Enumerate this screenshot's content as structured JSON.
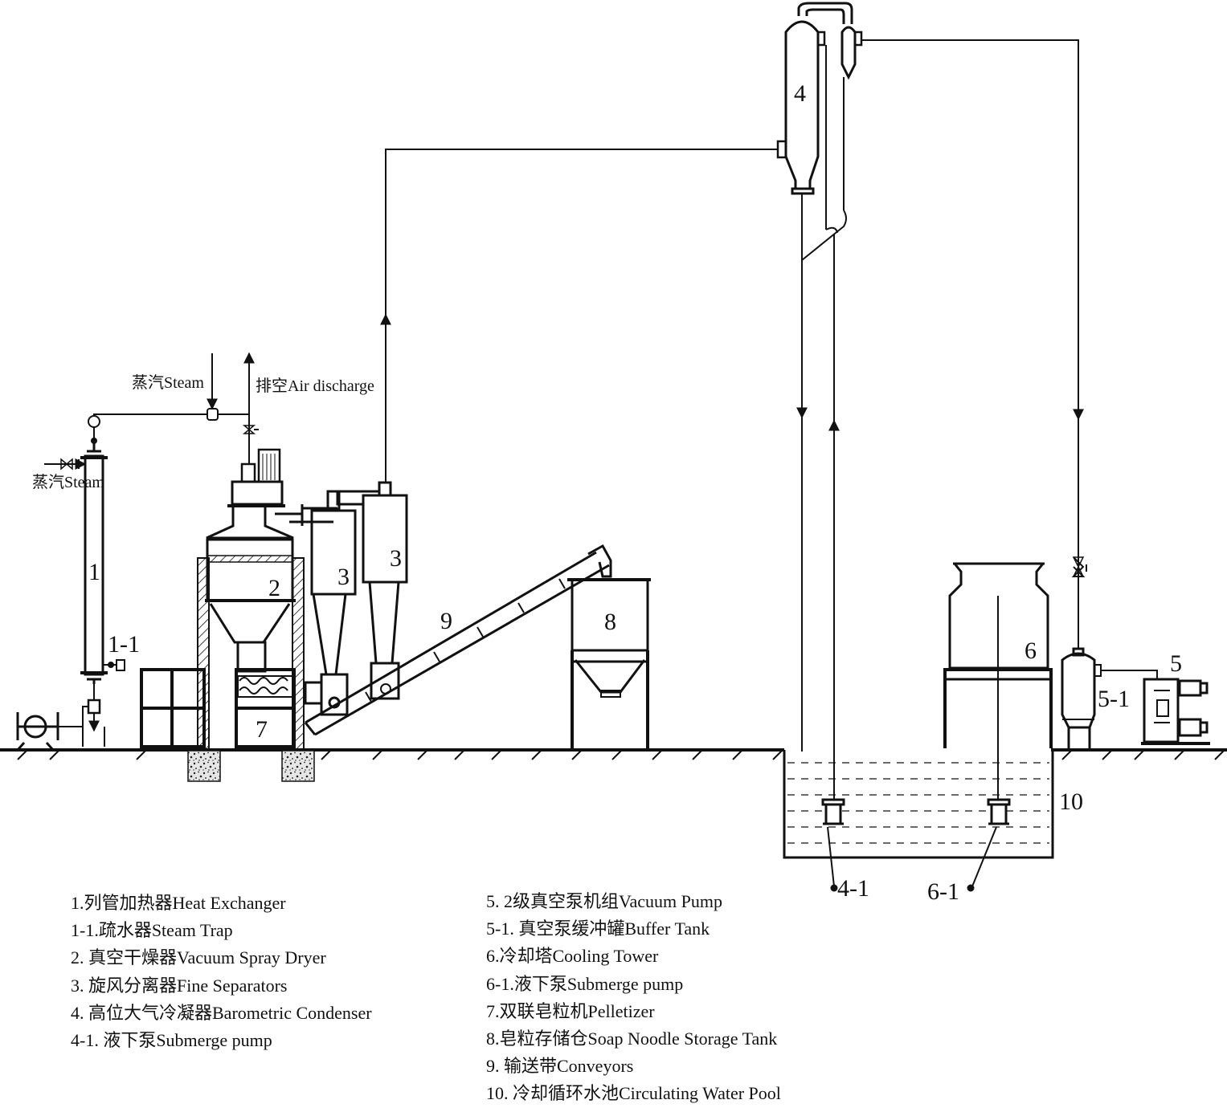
{
  "labels": {
    "heat_exchanger": "1",
    "steam_trap": "1-1",
    "dryer": "2",
    "separator_a": "3",
    "separator_b": "3",
    "condenser": "4",
    "pump_4_1": "4-1",
    "vacuum_pump": "5",
    "buffer_tank": "5-1",
    "cooling_tower": "6",
    "pump_6_1": "6-1",
    "pelletizer": "7",
    "storage_tank": "8",
    "conveyor": "9",
    "pool": "10"
  },
  "notes": {
    "steam_top": "蒸汽Steam",
    "air_discharge": "排空Air discharge",
    "steam_side": "蒸汽Steam"
  },
  "legend": {
    "left": [
      "1.列管加热器Heat Exchanger",
      "1-1.疏水器Steam Trap",
      "2. 真空干燥器Vacuum Spray Dryer",
      "3. 旋风分离器Fine Separators",
      "4. 高位大气冷凝器Barometric Condenser",
      "4-1. 液下泵Submerge pump"
    ],
    "right": [
      "5. 2级真空泵机组Vacuum Pump",
      "5-1. 真空泵缓冲罐Buffer Tank",
      "6.冷却塔Cooling Tower",
      "6-1.液下泵Submerge pump",
      "7.双联皂粒机Pelletizer",
      "8.皂粒存储仓Soap Noodle Storage Tank",
      "9. 输送带Conveyors",
      "10. 冷却循环水池Circulating Water Pool"
    ]
  }
}
